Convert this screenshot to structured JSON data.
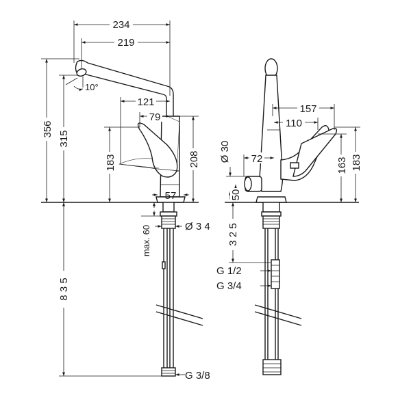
{
  "front_view": {
    "width_total": "234",
    "width_spout": "219",
    "tilt": "10°",
    "handle_reach": "121",
    "handle_inner": "79",
    "height_total": "356",
    "height_spout": "315",
    "handle_height": "183",
    "body_height": "208",
    "base_diameter": "57",
    "max_thickness": "max. 60",
    "hole_diameter": "Ø 3 4",
    "hose_length": "8 3 5",
    "thread_bottom": "G 3/8"
  },
  "side_view": {
    "handle_reach": "157",
    "handle_inner": "110",
    "outlet_diameter": "Ø 30",
    "outlet_offset": "72",
    "outlet_height": "50",
    "handle_height_inner": "163",
    "handle_height_outer": "183",
    "hose_to_valve": "3 2 5",
    "thread_valve_top": "G 1/2",
    "thread_valve_bottom": "G 3/4"
  }
}
